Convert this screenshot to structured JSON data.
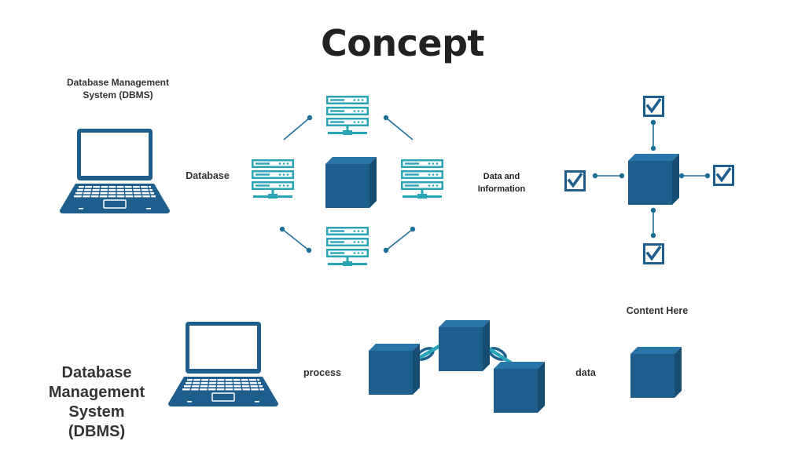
{
  "title": "Concept",
  "labels": {
    "dbms_top": [
      "Database Management",
      "System (DBMS)"
    ],
    "database": "Database",
    "data_info": [
      "Data and",
      "Information"
    ],
    "content_here": "Content Here",
    "dbms_big": [
      "Database",
      "Management",
      "System",
      "(DBMS)"
    ],
    "process": "process",
    "data": "data"
  },
  "colors": {
    "dark_blue": "#1d5e8c",
    "dark_blue_side": "#174c73",
    "dark_blue_top": "#2a75a8",
    "teal": "#2aa5b8",
    "text": "#333333"
  },
  "icons": [
    "laptop-icon",
    "server-icon",
    "cube-icon",
    "checkbox-icon",
    "chain-link-icon"
  ]
}
